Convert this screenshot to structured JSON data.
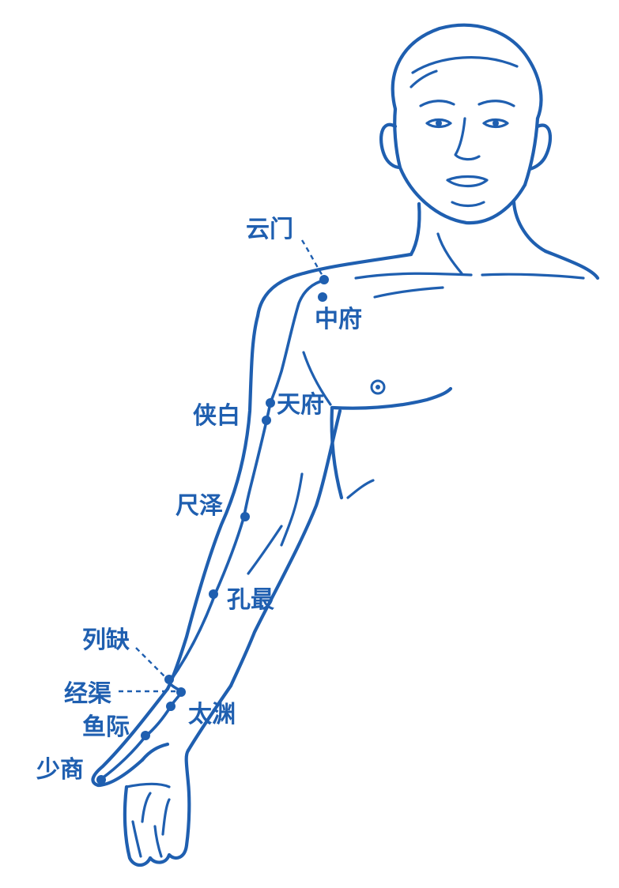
{
  "color": "#1f5fb0",
  "points": [
    {
      "key": "yunmen",
      "label": "云门"
    },
    {
      "key": "zhongfu",
      "label": "中府"
    },
    {
      "key": "tianfu",
      "label": "天府"
    },
    {
      "key": "xiabai",
      "label": "侠白"
    },
    {
      "key": "chize",
      "label": "尺泽"
    },
    {
      "key": "kongzui",
      "label": "孔最"
    },
    {
      "key": "lieque",
      "label": "列缺"
    },
    {
      "key": "jingqu",
      "label": "经渠"
    },
    {
      "key": "taiyuan",
      "label": "太渊"
    },
    {
      "key": "yuji",
      "label": "鱼际"
    },
    {
      "key": "shaoshang",
      "label": "少商"
    }
  ]
}
